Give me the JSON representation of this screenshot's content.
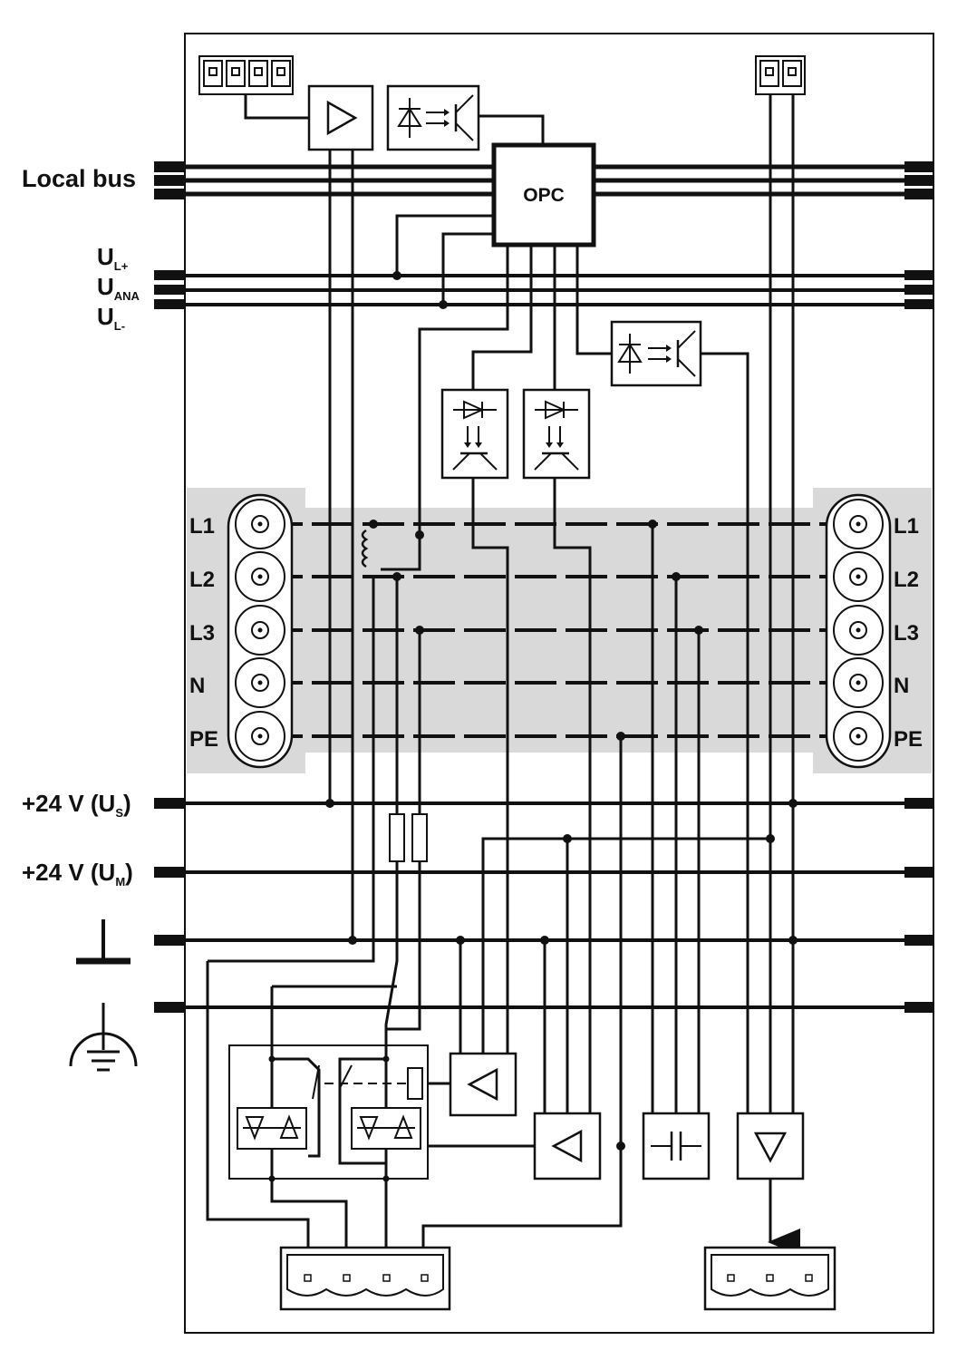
{
  "left_labels": {
    "local_bus": "Local bus",
    "ul_plus_main": "U",
    "ul_plus_sub": "L+",
    "uana_main": "U",
    "uana_sub": "ANA",
    "ul_minus_main": "U",
    "ul_minus_sub": "L-",
    "us_main": "+24 V (U",
    "us_sub": "S",
    "us_close": ")",
    "um_main": "+24 V (U",
    "um_sub": "M",
    "um_close": ")"
  },
  "phase_labels_left": [
    "L1",
    "L2",
    "L3",
    "N",
    "PE"
  ],
  "phase_labels_right": [
    "L1",
    "L2",
    "L3",
    "N",
    "PE"
  ],
  "opc_label": "OPC",
  "colors": {
    "line": "#111111",
    "band": "#d9d9d9",
    "background": "#ffffff"
  }
}
